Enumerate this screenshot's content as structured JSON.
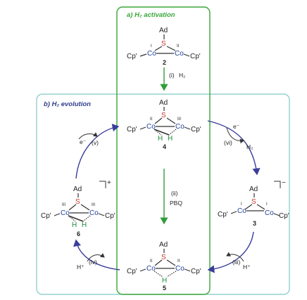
{
  "panels": {
    "activation": {
      "label": "a) H₂ activation",
      "color": "#3aa63a"
    },
    "evolution": {
      "label": "b) H₂ evolution",
      "color": "#2f3d8f",
      "border": "#7fc8c8"
    }
  },
  "atoms": {
    "ad": "Ad",
    "s": "S",
    "co": "Co",
    "cp": "Cp'",
    "h": "H"
  },
  "oxidation_states": {
    "two": "II",
    "three": "III",
    "one": "I"
  },
  "compounds": [
    {
      "id": "2"
    },
    {
      "id": "4"
    },
    {
      "id": "5"
    },
    {
      "id": "6",
      "charge": "+"
    },
    {
      "id": "3",
      "charge": "−"
    }
  ],
  "steps": {
    "i": {
      "label": "(i)",
      "reagent": "H₂"
    },
    "ii": {
      "label": "(ii)",
      "reagent": "PBQ"
    },
    "iii": {
      "label": "(iii)",
      "reagent": "H⁺"
    },
    "iv": {
      "label": "(iv)",
      "reagent": "H⁺"
    },
    "v": {
      "label": "(v)",
      "reagent": "e⁻"
    },
    "vi": {
      "label": "(vi)",
      "reagent_in": "e⁻",
      "reagent_out": "H₂"
    }
  },
  "colors": {
    "cobalt": "#1f3f9c",
    "sulfur": "#c0392b",
    "hydrogen": "#1e8a3a",
    "arrow_green": "#2e9e3a",
    "arrow_blue": "#3a3e9a"
  }
}
